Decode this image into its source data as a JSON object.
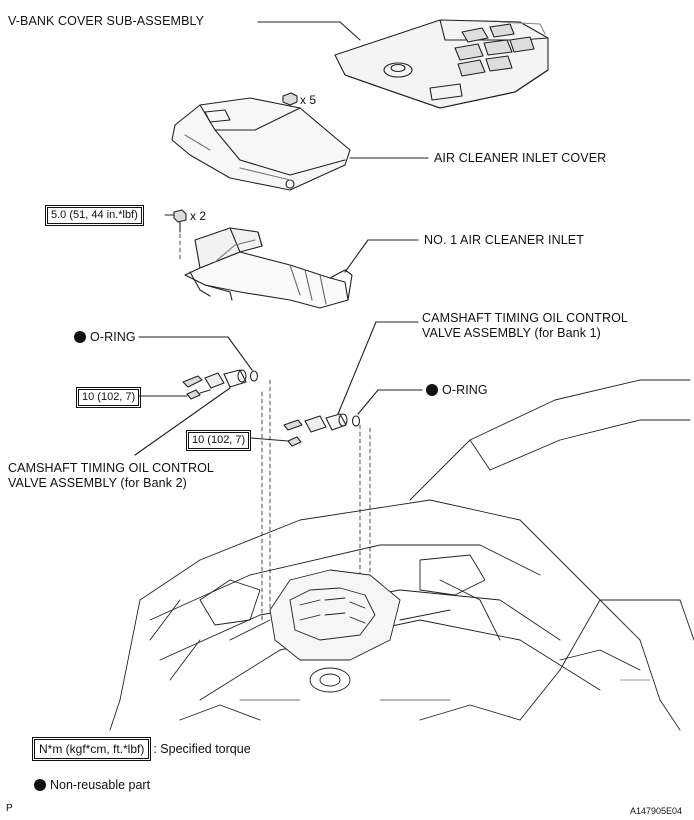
{
  "labels": {
    "vbank_cover": "V-BANK COVER SUB-ASSEMBLY",
    "air_cleaner_inlet_cover": "AIR CLEANER INLET COVER",
    "no1_air_cleaner_inlet": "NO. 1 AIR CLEANER INLET",
    "oring_left": "O-RING",
    "oring_right": "O-RING",
    "camshaft_bank1_line1": "CAMSHAFT TIMING OIL CONTROL",
    "camshaft_bank1_line2": "VALVE ASSEMBLY (for Bank 1)",
    "camshaft_bank2_line1": "CAMSHAFT TIMING OIL CONTROL",
    "camshaft_bank2_line2": "VALVE ASSEMBLY (for Bank 2)"
  },
  "torques": {
    "inlet_bolt": "5.0 (51, 44 in.*lbf)",
    "bank2_bolt": "10 (102, 7)",
    "bank1_bolt": "10 (102, 7)"
  },
  "quantities": {
    "cover_nuts": "x 5",
    "inlet_bolts": "x 2"
  },
  "legend": {
    "torque_box": "N*m (kgf*cm, ft.*lbf)",
    "torque_desc": ": Specified torque",
    "nonreusable_desc": "Non-reusable part"
  },
  "footer": {
    "left_code": "P",
    "figure_id": "A147905E04"
  }
}
